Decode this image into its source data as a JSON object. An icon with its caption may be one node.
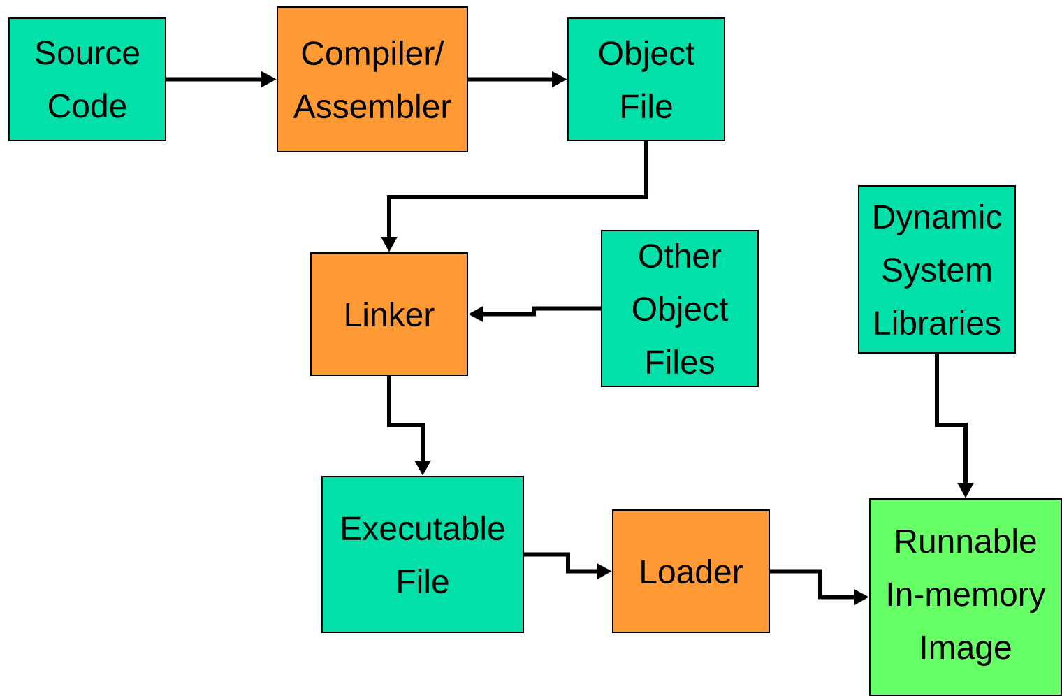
{
  "diagram": {
    "nodes": [
      {
        "text": [
          "Source Code"
        ]
      },
      {
        "text": [
          "Compiler/ Assembler"
        ]
      },
      {
        "text": [
          "Object File"
        ]
      },
      {
        "text": [
          "Linker"
        ]
      },
      {
        "text": [
          "Other Object Files"
        ]
      },
      {
        "text": [
          "Dynamic System Libraries"
        ]
      },
      {
        "text": [
          "Executable File"
        ]
      },
      {
        "text": [
          "Loader"
        ]
      },
      {
        "text": [
          "Runnable In-memory Image"
        ]
      }
    ],
    "edges": [
      {
        "from": 0,
        "to": 1,
        "arrow": "to"
      },
      {
        "from": 1,
        "to": 2,
        "arrow": "to"
      },
      {
        "from": 2,
        "to": 3,
        "arrow": "to"
      },
      {
        "from": 4,
        "to": 3,
        "arrow": "to"
      },
      {
        "from": 3,
        "to": 6,
        "arrow": "to"
      },
      {
        "from": 6,
        "to": 7,
        "arrow": "to"
      },
      {
        "from": 7,
        "to": 8,
        "arrow": "to"
      },
      {
        "from": 5,
        "to": 8,
        "arrow": "to"
      }
    ]
  }
}
